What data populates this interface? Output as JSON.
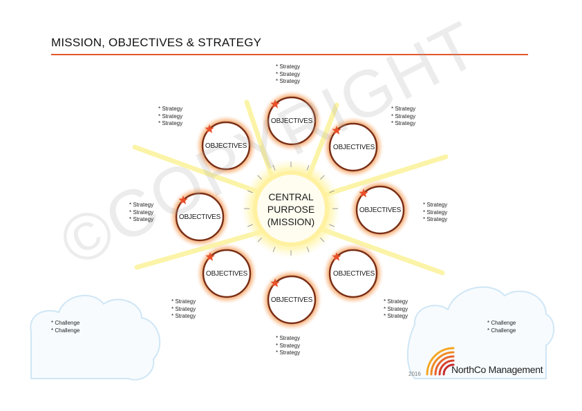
{
  "page": {
    "title": "MISSION, OBJECTIVES & STRATEGY"
  },
  "center": {
    "line1": "CENTRAL",
    "line2": "PURPOSE",
    "line3": "(MISSION)"
  },
  "objectives": [
    {
      "label": "OBJECTIVES",
      "strategies": [
        "* Strategy",
        "* Strategy",
        "* Strategy"
      ]
    },
    {
      "label": "OBJECTIVES",
      "strategies": [
        "* Strategy",
        "* Strategy",
        "* Strategy"
      ]
    },
    {
      "label": "OBJECTIVES",
      "strategies": [
        "* Strategy",
        "* Strategy",
        "* Strategy"
      ]
    },
    {
      "label": "OBJECTIVES",
      "strategies": [
        "* Strategy",
        "* Strategy",
        "* Strategy"
      ]
    },
    {
      "label": "OBJECTIVES",
      "strategies": [
        "* Strategy",
        "* Strategy",
        "* Strategy"
      ]
    },
    {
      "label": "OBJECTIVES",
      "strategies": [
        "* Strategy",
        "* Strategy",
        "* Strategy"
      ]
    },
    {
      "label": "OBJECTIVES",
      "strategies": [
        "* Strategy",
        "* Strategy",
        "* Strategy"
      ]
    },
    {
      "label": "OBJECTIVES",
      "strategies": [
        "* Strategy",
        "* Strategy",
        "* Strategy"
      ]
    }
  ],
  "challenges": {
    "left": [
      "* Challenge",
      "* Challenge"
    ],
    "right": [
      "* Challenge",
      "* Challenge"
    ]
  },
  "watermark": "©COPYRIGHT",
  "footer": {
    "year": "2016",
    "brand": "NorthCo Management"
  },
  "colors": {
    "accent": "#e2572a",
    "ring": "#7a2e14",
    "sun": "#fff7a8",
    "cloud": "#cfe6f5",
    "star": "#e8502a"
  }
}
